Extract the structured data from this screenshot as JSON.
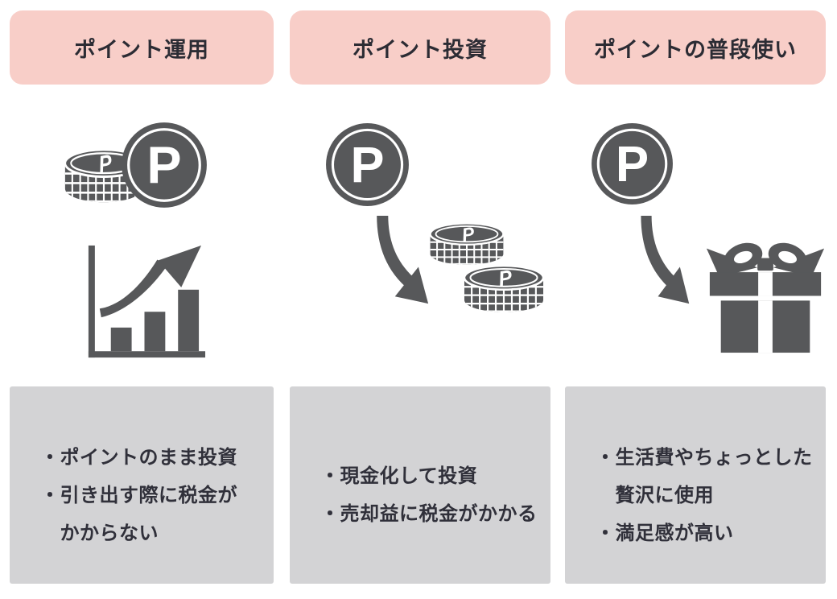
{
  "colors": {
    "header_bg": "#f8cec8",
    "header_text": "#2c2c34",
    "panel_bg": "#d3d3d5",
    "body_text": "#30303a",
    "icon": "#57585a",
    "page_bg": "#ffffff"
  },
  "icons": {
    "point_letter": "P",
    "legend": {
      "point-medal-icon": "dark circle badge with letter P",
      "point-coin-stack-icon": "stack of point coins with P on top",
      "growth-chart-arrow-icon": "bar chart with rising arrow",
      "curved-arrow-icon": "thick arrow curving down-right",
      "gift-box-icon": "wrapped gift box with ribbon bow"
    }
  },
  "columns": [
    {
      "header": "ポイント運用",
      "icon_names": [
        "point-coin-stack-icon",
        "point-medal-icon",
        "growth-chart-arrow-icon"
      ],
      "notes": [
        "・ポイントのまま投資",
        "・引き出す際に税金が",
        "　かからない"
      ]
    },
    {
      "header": "ポイント投資",
      "icon_names": [
        "point-medal-icon",
        "curved-arrow-icon",
        "point-coin-stack-icon"
      ],
      "notes": [
        "・現金化して投資",
        "・売却益に税金がかかる"
      ]
    },
    {
      "header": "ポイントの普段使い",
      "icon_names": [
        "point-medal-icon",
        "curved-arrow-icon",
        "gift-box-icon"
      ],
      "notes": [
        "・生活費やちょっとした",
        "　贅沢に使用",
        "・満足感が高い"
      ]
    }
  ]
}
